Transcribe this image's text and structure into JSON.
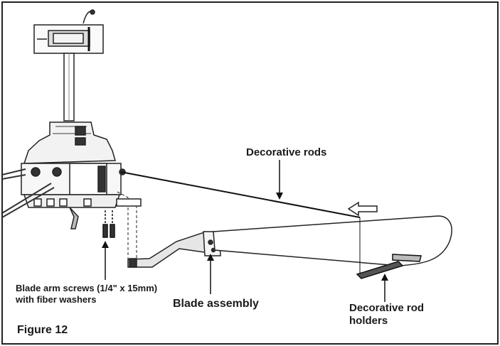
{
  "figure": {
    "caption": "Figure 12",
    "labels": {
      "decorative_rods": "Decorative rods",
      "blade_arm_screws_line1": "Blade arm screws (1/4\" x 15mm)",
      "blade_arm_screws_line2": "with fiber washers",
      "blade_assembly": "Blade assembly",
      "decorative_rod_holders_line1": "Decorative rod",
      "decorative_rod_holders_line2": "holders"
    }
  }
}
